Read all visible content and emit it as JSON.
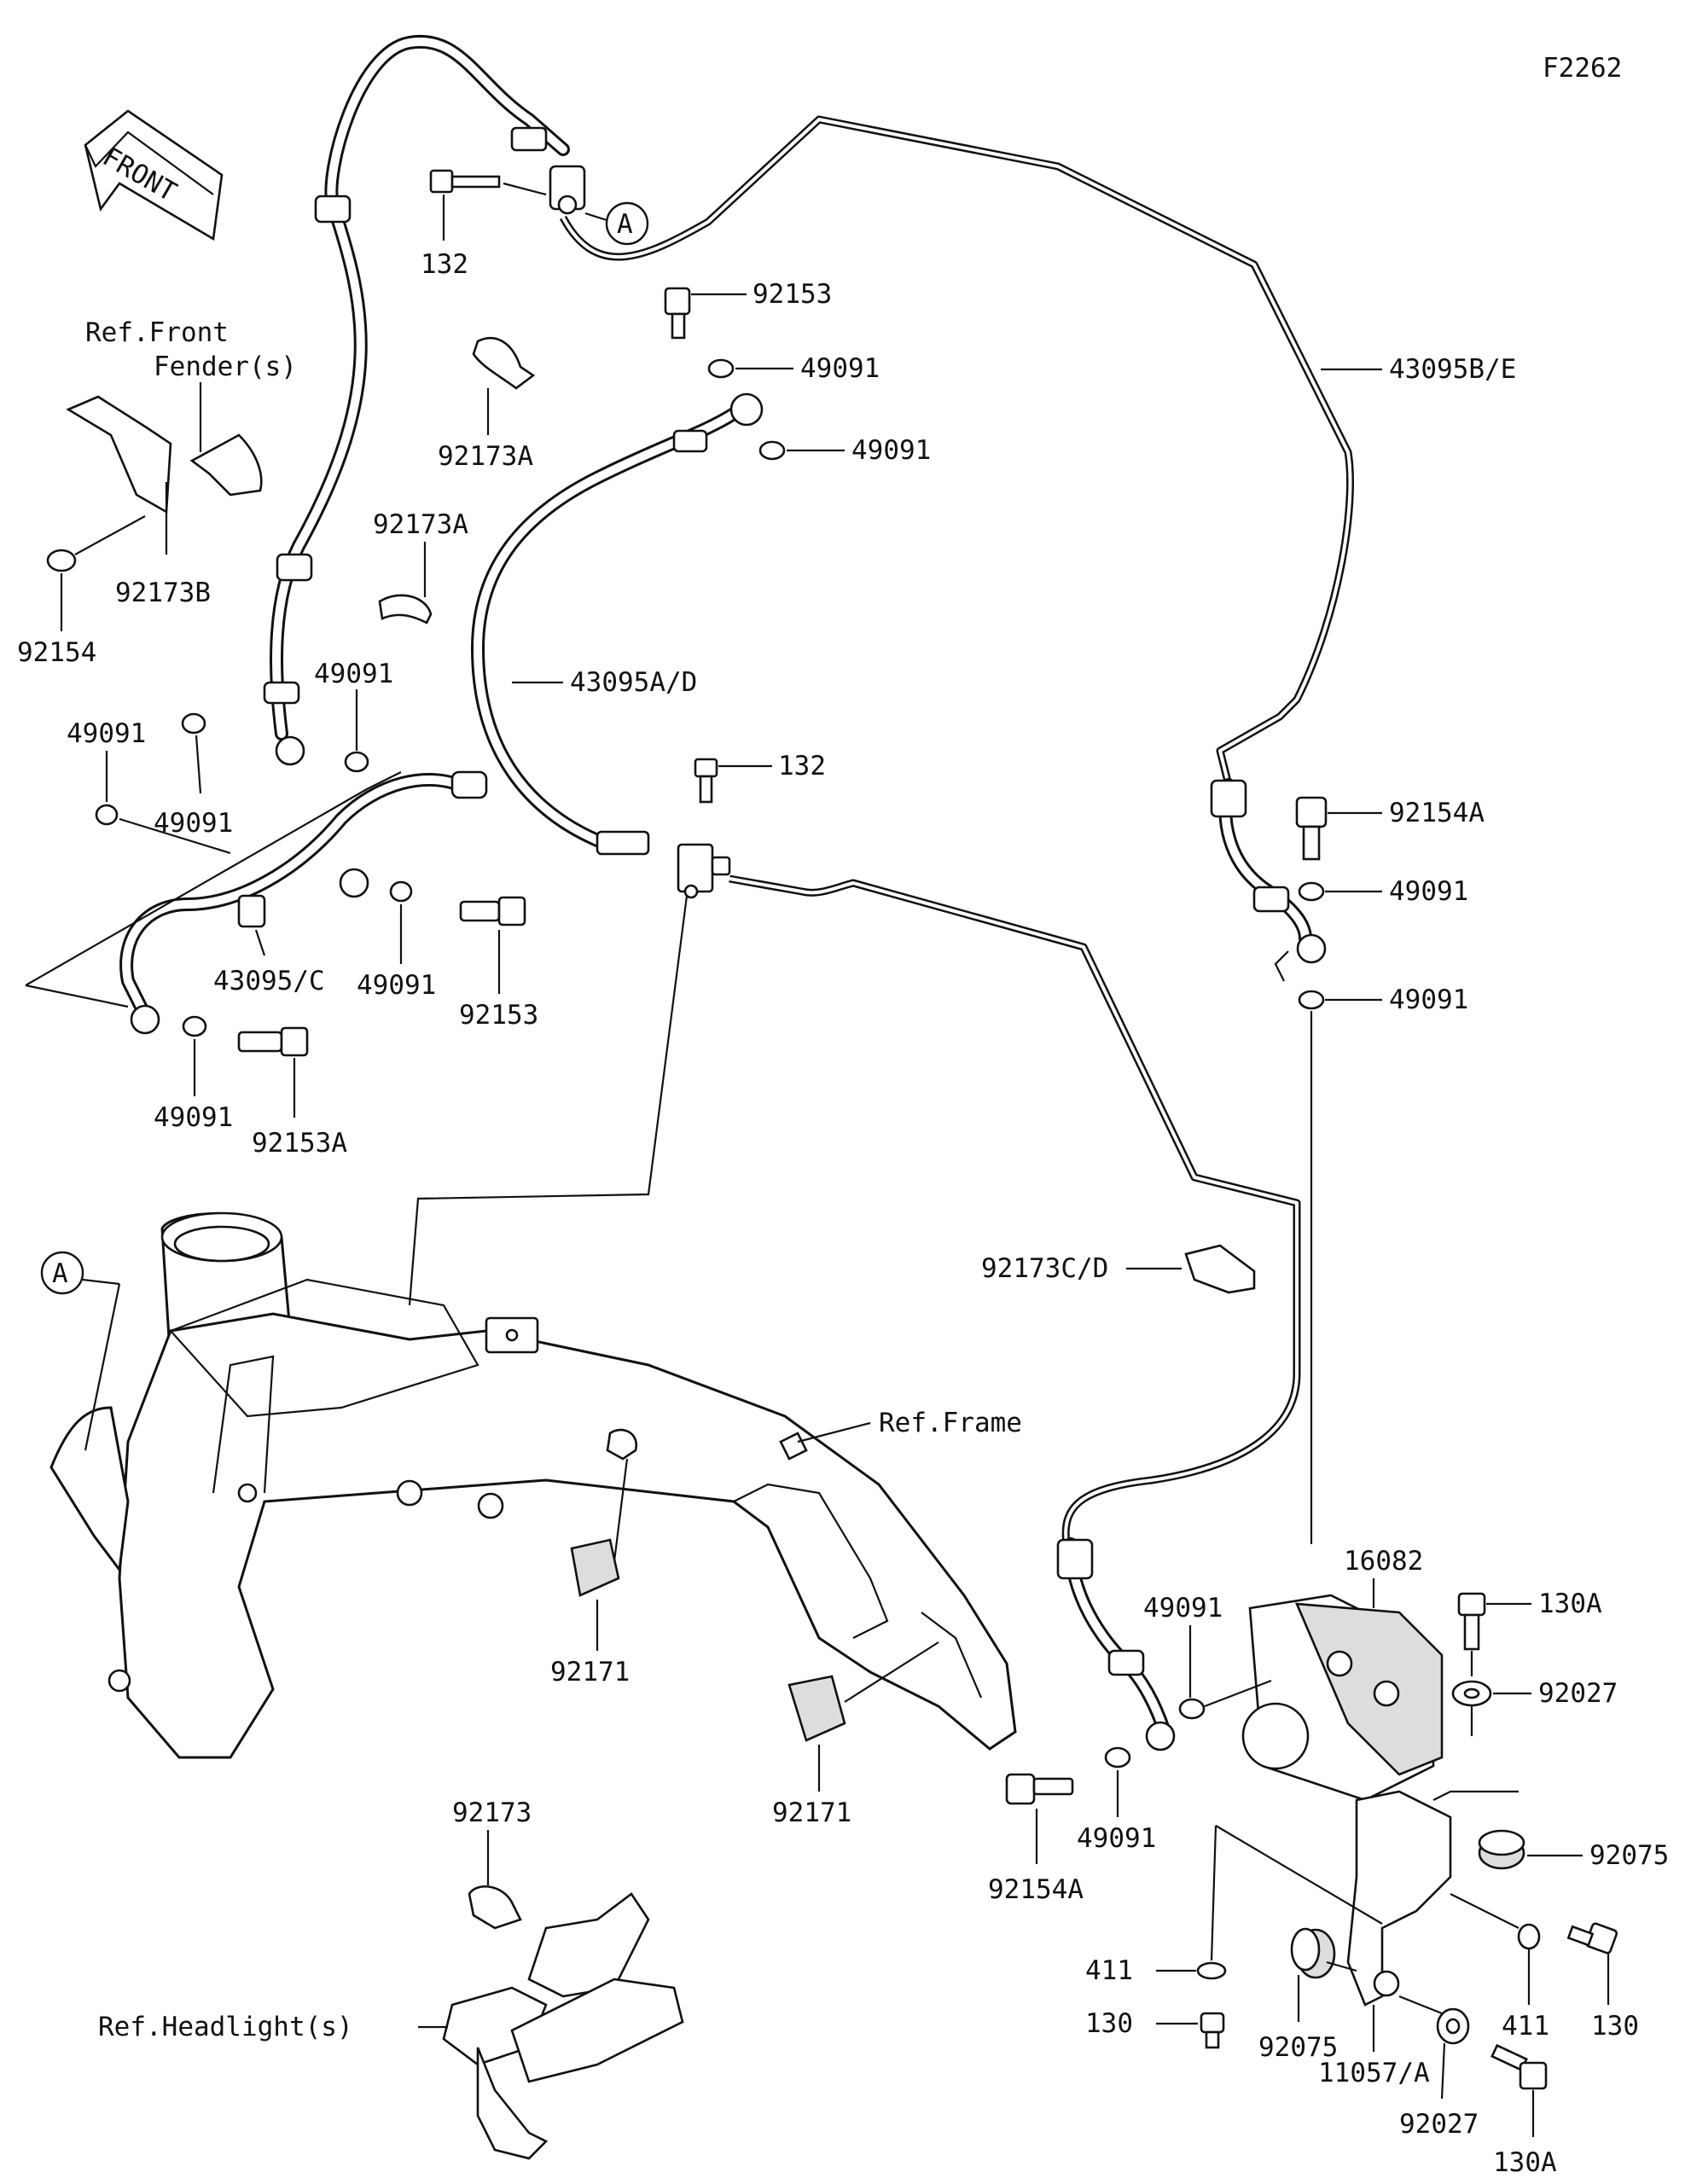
{
  "figure_id": "F2262",
  "front_label": "FRONT",
  "ref_labels": {
    "front_fender": [
      "Ref.Front",
      "Fender(s)"
    ],
    "frame": "Ref.Frame",
    "headlight": "Ref.Headlight(s)"
  },
  "callout_letter": "A",
  "part_numbers": {
    "p132_top": "132",
    "p132_mid": "132",
    "p92153_top": "92153",
    "p49091_a": "49091",
    "p49091_b": "49091",
    "p43095be": "43095B/E",
    "p92173a_1": "92173A",
    "p92173a_2": "92173A",
    "p92173b": "92173B",
    "p92154": "92154",
    "p43095ad": "43095A/D",
    "p49091_c": "49091",
    "p49091_d": "49091",
    "p49091_e": "49091",
    "p92154a_top": "92154A",
    "p49091_f": "49091",
    "p49091_g": "49091",
    "p43095c": "43095/C",
    "p49091_h": "49091",
    "p92153_mid": "92153",
    "p49091_i": "49091",
    "p92153a": "92153A",
    "p92173cd": "92173C/D",
    "p92171_a": "92171",
    "p92171_b": "92171",
    "p16082": "16082",
    "p49091_j": "49091",
    "p130a_top": "130A",
    "p92027_top": "92027",
    "p92075_right": "92075",
    "p49091_k": "49091",
    "p92154a_bot": "92154A",
    "p411_left": "411",
    "p411_right": "411",
    "p130_left": "130",
    "p130_right": "130",
    "p92075_bot": "92075",
    "p11057a": "11057/A",
    "p92027_bot": "92027",
    "p130a_bot": "130A",
    "p92173": "92173"
  }
}
